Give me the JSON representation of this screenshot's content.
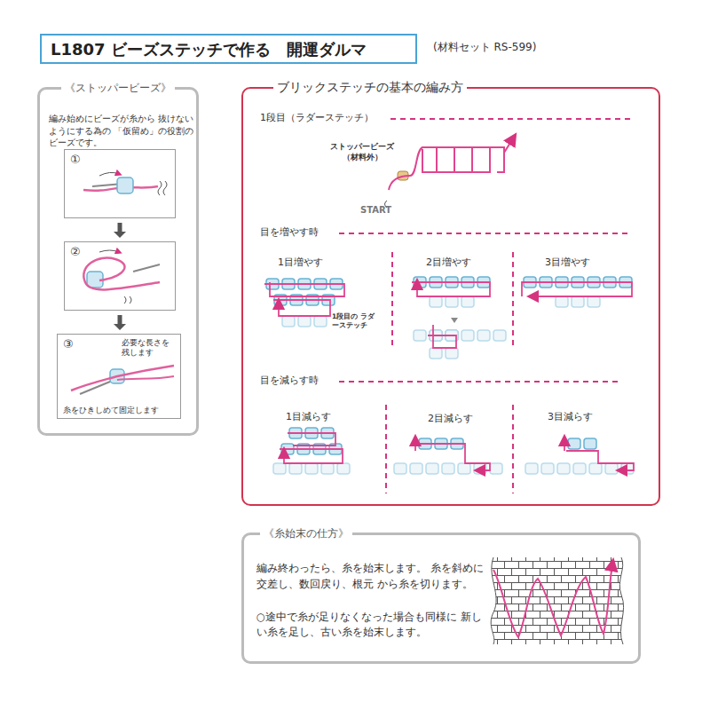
{
  "diagram": {
    "title": "L1807 ビーズステッチで作る　開運ダルマ",
    "nodes": [
      {
        "text": [
          "《ストッパービーズ》",
          "編み始めにビーズが糸から 抜けないようにする為の 「仮留め」の役割のビーズです。"
        ]
      },
      {
        "text": [
          "①"
        ],
        "in": 0
      },
      {
        "text": [
          "②"
        ],
        "in": 0
      },
      {
        "text": [
          "③",
          "必要な長さを 残します",
          "糸をひきしめて固定します"
        ],
        "in": 0
      },
      {
        "text": [
          "ブリックステッチの基本の編み方"
        ]
      },
      {
        "text": [
          "《糸始末の仕方》",
          "編み終わったら、糸を始末します。 糸を斜めに交差し、数回戻り、根元 から糸を切ります。",
          "○途中で糸が足りなくなった場合も同様に 新しい糸を足し、古い糸を始末します。"
        ]
      }
    ],
    "edges": [
      {
        "from": 1,
        "to": 2,
        "arrow": "to"
      },
      {
        "from": 2,
        "to": 3,
        "arrow": "to"
      }
    ],
    "labels": [
      "(材料セット RS-599)",
      "1段目（ラダーステッチ）",
      "ストッパービーズ （材料外）",
      "START",
      "目を増やす時",
      "1目増やす",
      "2目増やす",
      "3目増やす",
      "1段目の ラダーステッチ",
      "目を減らす時",
      "1目減らす",
      "2目減らす",
      "3目減らす"
    ]
  }
}
